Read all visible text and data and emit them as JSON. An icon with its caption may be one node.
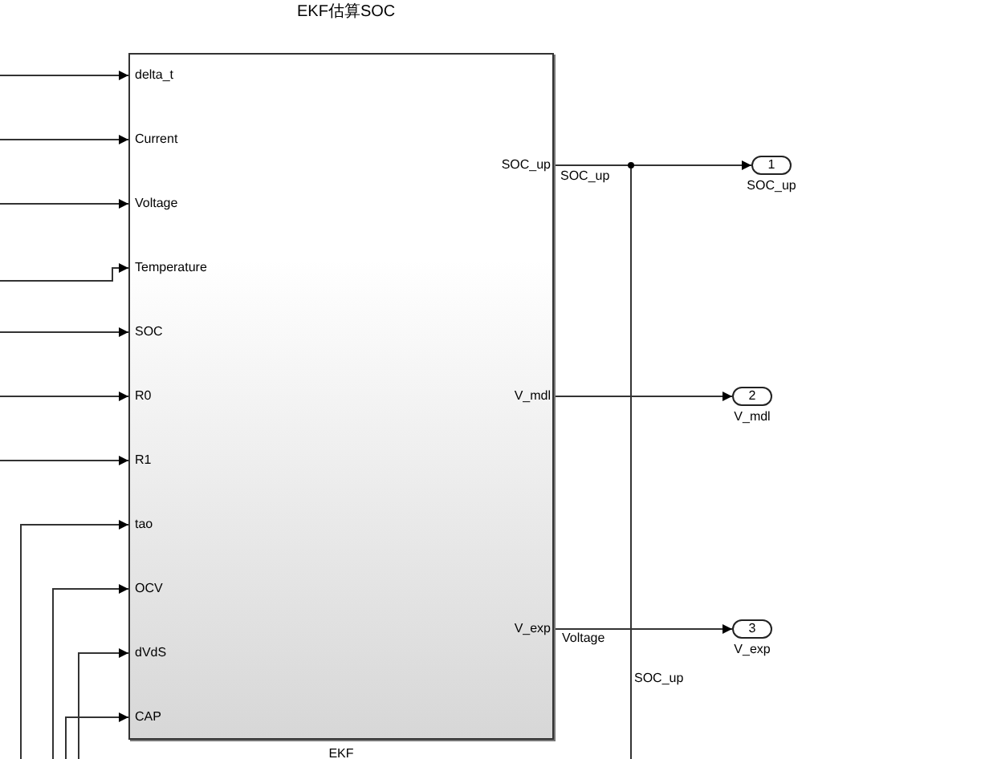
{
  "diagram": {
    "title": "EKF估算SOC",
    "nodes": [
      {
        "text": [
          "EKF"
        ]
      },
      {
        "text": [
          "delta_t"
        ],
        "in": 0
      },
      {
        "text": [
          "Current"
        ],
        "in": 0
      },
      {
        "text": [
          "Voltage"
        ],
        "in": 0
      },
      {
        "text": [
          "Temperature"
        ],
        "in": 0
      },
      {
        "text": [
          "SOC"
        ],
        "in": 0
      },
      {
        "text": [
          "R0"
        ],
        "in": 0
      },
      {
        "text": [
          "R1"
        ],
        "in": 0
      },
      {
        "text": [
          "tao"
        ],
        "in": 0
      },
      {
        "text": [
          "OCV"
        ],
        "in": 0
      },
      {
        "text": [
          "dVdS"
        ],
        "in": 0
      },
      {
        "text": [
          "CAP"
        ],
        "in": 0
      },
      {
        "text": [
          "SOC_up"
        ],
        "in": 0
      },
      {
        "text": [
          "V_mdl"
        ],
        "in": 0
      },
      {
        "text": [
          "V_exp"
        ],
        "in": 0
      },
      {
        "text": [
          "1"
        ],
        "beside": [
          "SOC_up"
        ]
      },
      {
        "text": [
          "2"
        ],
        "beside": [
          "V_mdl"
        ]
      },
      {
        "text": [
          "3"
        ],
        "beside": [
          "V_exp"
        ]
      }
    ],
    "edges": [
      {
        "from": null,
        "to": 1,
        "arrow": "to"
      },
      {
        "from": null,
        "to": 2,
        "arrow": "to"
      },
      {
        "from": null,
        "to": 3,
        "arrow": "to"
      },
      {
        "from": null,
        "to": 4,
        "arrow": "to"
      },
      {
        "from": null,
        "to": 5,
        "arrow": "to"
      },
      {
        "from": null,
        "to": 6,
        "arrow": "to"
      },
      {
        "from": null,
        "to": 7,
        "arrow": "to"
      },
      {
        "from": null,
        "to": 8,
        "arrow": "to"
      },
      {
        "from": null,
        "to": 9,
        "arrow": "to"
      },
      {
        "from": null,
        "to": 10,
        "arrow": "to"
      },
      {
        "from": null,
        "to": 11,
        "arrow": "to"
      },
      {
        "from": 12,
        "to": 15,
        "arrow": "to",
        "label": "SOC_up"
      },
      {
        "from": 12,
        "to": null,
        "arrow": "none",
        "label": "SOC_up"
      },
      {
        "from": 13,
        "to": 16,
        "arrow": "to"
      },
      {
        "from": 14,
        "to": 17,
        "arrow": "to",
        "label": "Voltage"
      }
    ]
  }
}
